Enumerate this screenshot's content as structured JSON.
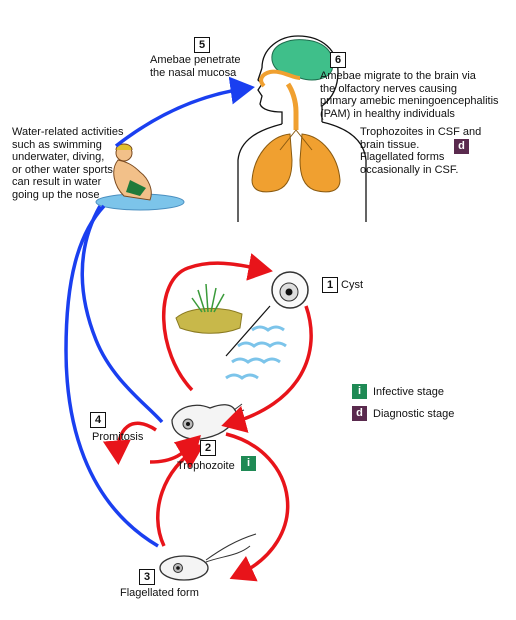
{
  "steps": {
    "s1": {
      "num": "1",
      "label": "Cyst"
    },
    "s2": {
      "num": "2",
      "label": "Trophozoite"
    },
    "s3": {
      "num": "3",
      "label": "Flagellated form"
    },
    "s4": {
      "num": "4",
      "label": "Promitosis"
    },
    "s5": {
      "num": "5",
      "label": "Amebae penetrate\nthe nasal mucosa"
    },
    "s6": {
      "num": "6",
      "label": "Amebae migrate to the brain via\nthe olfactory nerves causing\nprimary amebic meningoencephalitis\n(PAM) in healthy individuals"
    }
  },
  "notes": {
    "water_activities": "Water-related activities\nsuch as swimming\nunderwater, diving,\nor other water sports\ncan result in water\ngoing up the nose",
    "csf": "Trophozoites in CSF and\nbrain tissue.\nFlagellated forms\noccasionally in CSF."
  },
  "badges": {
    "infective": "i",
    "diagnostic": "d"
  },
  "legend": {
    "infective": "Infective stage",
    "diagnostic": "Diagnostic stage"
  },
  "colors": {
    "red_arrow": "#e8141a",
    "blue_arrow": "#1a3ff0",
    "infective": "#1f8a55",
    "diagnostic": "#5a2a4e",
    "brain": "#3fbf8a",
    "lungs": "#f0a030",
    "water": "#7cc4ea"
  }
}
